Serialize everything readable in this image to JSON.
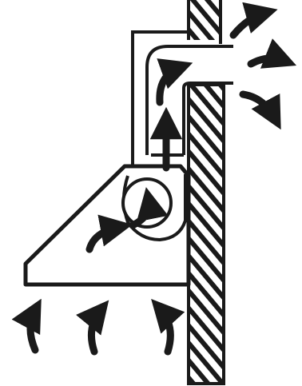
{
  "diagram": {
    "kind": "range-hood airflow illustration",
    "colors": {
      "line": "#1a1a1a",
      "background": "#ffffff"
    },
    "elements": {
      "wall": "hatched-wall",
      "hood": "hood-body",
      "duct": "exhaust-duct",
      "fan": "fan-motor"
    },
    "arrows": {
      "intake_count": 3,
      "internal_count": 3,
      "outlet_count": 3
    }
  }
}
